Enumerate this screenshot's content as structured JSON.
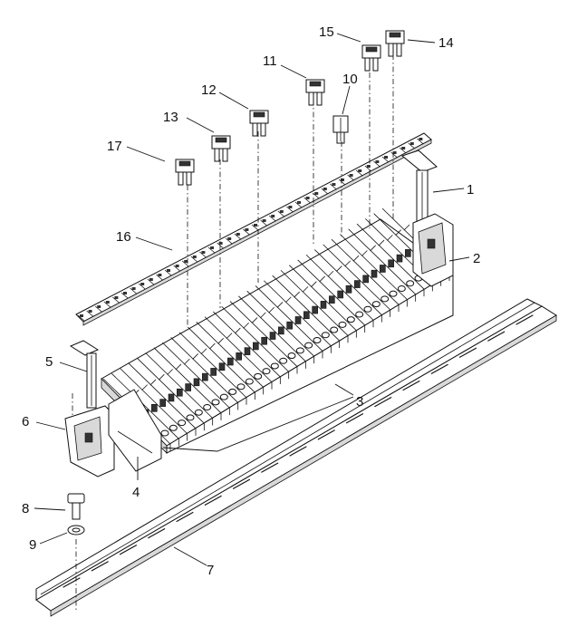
{
  "callouts": [
    {
      "id": "1",
      "text": "1"
    },
    {
      "id": "2",
      "text": "2"
    },
    {
      "id": "3",
      "text": "3"
    },
    {
      "id": "4",
      "text": "4"
    },
    {
      "id": "5",
      "text": "5"
    },
    {
      "id": "6",
      "text": "6"
    },
    {
      "id": "7",
      "text": "7"
    },
    {
      "id": "8",
      "text": "8"
    },
    {
      "id": "9",
      "text": "9"
    },
    {
      "id": "10",
      "text": "10"
    },
    {
      "id": "11",
      "text": "11"
    },
    {
      "id": "12",
      "text": "12"
    },
    {
      "id": "13",
      "text": "13"
    },
    {
      "id": "14",
      "text": "14"
    },
    {
      "id": "15",
      "text": "15"
    },
    {
      "id": "16",
      "text": "16"
    },
    {
      "id": "17",
      "text": "17"
    }
  ],
  "colors": {
    "line": "#111111",
    "background": "#ffffff",
    "shade": "#d9d9d9"
  }
}
